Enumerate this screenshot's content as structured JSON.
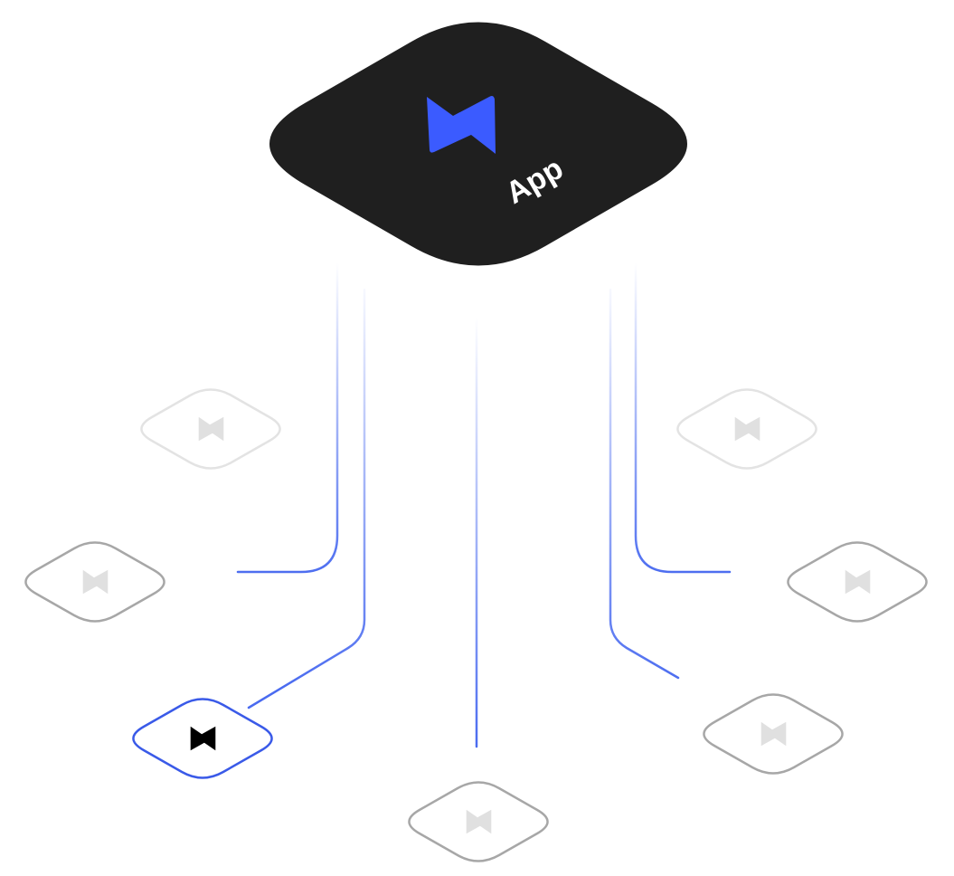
{
  "app": {
    "label": "App",
    "tile_color": "#1f1f1f",
    "logo_color": "#3b5bff",
    "logo_icon": "bolt-logo-icon"
  },
  "colors": {
    "connector": "#4a6bf0",
    "active_border": "#3a5ae8",
    "active_logo": "#000000",
    "faded_border": "#e3e3e3",
    "inactive_border": "#a7a7a7",
    "node_logo": "#e0e0e0"
  },
  "nodes": [
    {
      "id": "node-top-left",
      "state": "faded",
      "icon": "bolt-logo-icon"
    },
    {
      "id": "node-mid-left",
      "state": "inactive",
      "icon": "bolt-logo-icon"
    },
    {
      "id": "node-bottom-left",
      "state": "active",
      "icon": "bolt-logo-icon"
    },
    {
      "id": "node-bottom-center",
      "state": "inactive",
      "icon": "bolt-logo-icon"
    },
    {
      "id": "node-bottom-right",
      "state": "inactive",
      "icon": "bolt-logo-icon"
    },
    {
      "id": "node-mid-right",
      "state": "inactive",
      "icon": "bolt-logo-icon"
    },
    {
      "id": "node-top-right",
      "state": "faded",
      "icon": "bolt-logo-icon"
    }
  ]
}
